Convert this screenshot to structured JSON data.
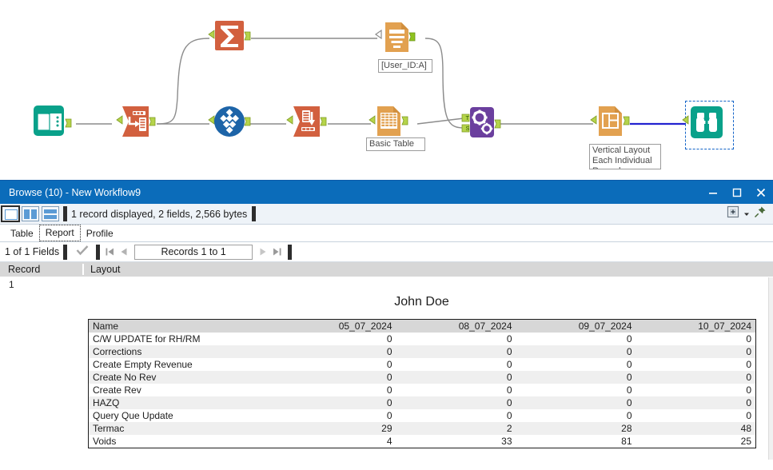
{
  "canvas": {
    "nodes": [
      {
        "id": "input-data",
        "icon": "book-open-icon",
        "label": null
      },
      {
        "id": "dynamic-rename",
        "icon": "dynamic-rename-icon",
        "label": null
      },
      {
        "id": "summarize",
        "icon": "sigma-icon",
        "label": null
      },
      {
        "id": "crosstab",
        "icon": "crosstab-icon",
        "label": null
      },
      {
        "id": "select-records",
        "icon": "select-records-icon",
        "label": null
      },
      {
        "id": "text-report",
        "icon": "text-report-icon",
        "label": "[User_ID:A]"
      },
      {
        "id": "table-tool",
        "icon": "basic-table-icon",
        "label": "Basic Table"
      },
      {
        "id": "render-compose",
        "icon": "gears-icon",
        "label": null
      },
      {
        "id": "layout-tool",
        "icon": "layout-icon",
        "label": "Vertical Layout\nEach Individual\nRecord"
      },
      {
        "id": "browse-tool",
        "icon": "binoculars-icon",
        "label": null,
        "selected": true
      }
    ],
    "colors": {
      "teal": "#09a18a",
      "orange_red": "#d2603f",
      "blue": "#1d64a8",
      "purple": "#6b3f9e",
      "sand": "#e2a150",
      "connector": "#8c8c8c",
      "connector_selected": "#2323d0",
      "anchor": "#b5d44a"
    }
  },
  "window": {
    "title": "Browse (10) - New Workflow9",
    "buttons": {
      "minimize": "—",
      "maximize": "☐",
      "close": "✕"
    }
  },
  "infobar": {
    "status": "1 record displayed, 2 fields, 2,566 bytes",
    "view_icons": [
      "single-pane-icon",
      "split-vertical-icon",
      "split-horizontal-icon"
    ],
    "right_icons": [
      "add-pane-icon",
      "dropdown-caret-icon",
      "pin-icon"
    ]
  },
  "tabs": [
    {
      "label": "Table",
      "active": false
    },
    {
      "label": "Report",
      "active": true
    },
    {
      "label": "Profile",
      "active": false
    }
  ],
  "navbar": {
    "fields_text": "1 of 1 Fields",
    "check_icon": "checkmark-icon",
    "first_icon": "first-record-icon",
    "prev_icon": "previous-record-icon",
    "records_text": "Records 1 to 1",
    "next_icon": "next-record-icon",
    "last_icon": "last-record-icon"
  },
  "grid": {
    "headers": [
      "Record",
      "Layout"
    ],
    "record_number": "1"
  },
  "report": {
    "title": "John Doe",
    "columns": [
      "Name",
      "05_07_2024",
      "08_07_2024",
      "09_07_2024",
      "10_07_2024"
    ],
    "rows": [
      [
        "C/W UPDATE for RH/RM",
        "0",
        "0",
        "0",
        "0"
      ],
      [
        "Corrections",
        "0",
        "0",
        "0",
        "0"
      ],
      [
        "Create Empty Revenue",
        "0",
        "0",
        "0",
        "0"
      ],
      [
        "Create No Rev",
        "0",
        "0",
        "0",
        "0"
      ],
      [
        "Create Rev",
        "0",
        "0",
        "0",
        "0"
      ],
      [
        "HAZQ",
        "0",
        "0",
        "0",
        "0"
      ],
      [
        "Query Que Update",
        "0",
        "0",
        "0",
        "0"
      ],
      [
        "Termac",
        "29",
        "2",
        "28",
        "48"
      ],
      [
        "Voids",
        "4",
        "33",
        "81",
        "25"
      ]
    ]
  },
  "chart_data": {
    "type": "table",
    "title": "John Doe",
    "categories": [
      "C/W UPDATE for RH/RM",
      "Corrections",
      "Create Empty Revenue",
      "Create No Rev",
      "Create Rev",
      "HAZQ",
      "Query Que Update",
      "Termac",
      "Voids"
    ],
    "series": [
      {
        "name": "05_07_2024",
        "values": [
          0,
          0,
          0,
          0,
          0,
          0,
          0,
          29,
          4
        ]
      },
      {
        "name": "08_07_2024",
        "values": [
          0,
          0,
          0,
          0,
          0,
          0,
          0,
          2,
          33
        ]
      },
      {
        "name": "09_07_2024",
        "values": [
          0,
          0,
          0,
          0,
          0,
          0,
          0,
          28,
          81
        ]
      },
      {
        "name": "10_07_2024",
        "values": [
          0,
          0,
          0,
          0,
          0,
          0,
          0,
          48,
          25
        ]
      }
    ],
    "xlabel": "Name",
    "ylabel": "",
    "grid": false,
    "legend": "none"
  }
}
